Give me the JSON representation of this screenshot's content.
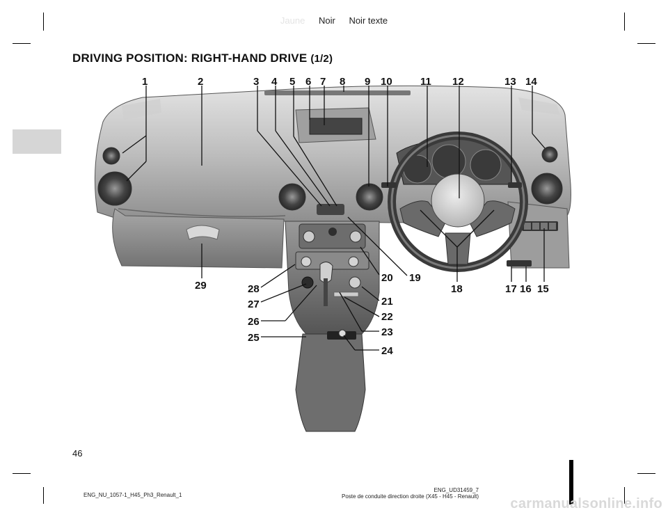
{
  "header": {
    "plates": [
      "Jaune",
      "Noir",
      "Noir texte"
    ]
  },
  "title": {
    "main": "DRIVING POSITION: RIGHT-HAND DRIVE",
    "part": "(1/2)"
  },
  "page_number": "46",
  "footer": {
    "left": "ENG_NU_1057-1_H45_Ph3_Renault_1",
    "right_line1": "ENG_UD31459_7",
    "right_line2": "Poste de conduite direction    droite (X45 - H45 - Renault)"
  },
  "watermark": "carmanualsonline.info",
  "callouts": [
    "1",
    "2",
    "3",
    "4",
    "5",
    "6",
    "7",
    "8",
    "9",
    "10",
    "11",
    "12",
    "13",
    "14",
    "15",
    "16",
    "17",
    "18",
    "19",
    "20",
    "21",
    "22",
    "23",
    "24",
    "25",
    "26",
    "27",
    "28",
    "29"
  ]
}
